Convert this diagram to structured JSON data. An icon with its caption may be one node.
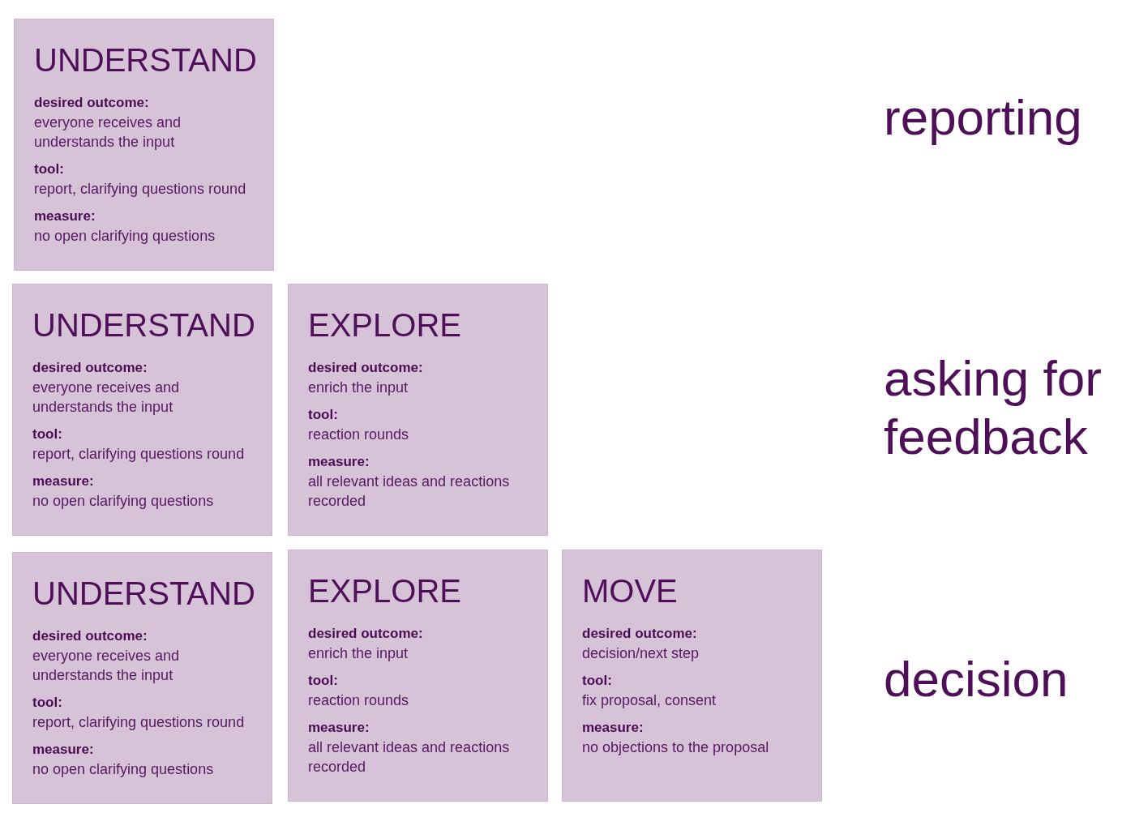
{
  "diagram": {
    "nodes": [
      {
        "text": [
          "UNDERSTAND",
          "desired outcome:",
          "everyone receives and understands the input",
          "tool:",
          "report, clarifying questions round",
          "measure:",
          "no open clarifying questions"
        ]
      },
      {
        "text": [
          "UNDERSTAND",
          "desired outcome:",
          "everyone receives and understands the input",
          "tool:",
          "report, clarifying questions round",
          "measure:",
          "no open clarifying questions"
        ]
      },
      {
        "text": [
          "EXPLORE",
          "desired outcome:",
          "enrich the input",
          "tool:",
          "reaction rounds",
          "measure:",
          "all relevant ideas and reactions recorded"
        ]
      },
      {
        "text": [
          "UNDERSTAND",
          "desired outcome:",
          "everyone receives and understands the input",
          "tool:",
          "report, clarifying questions round",
          "measure:",
          "no open clarifying questions"
        ]
      },
      {
        "text": [
          "EXPLORE",
          "desired outcome:",
          "enrich the input",
          "tool:",
          "reaction rounds",
          "measure:",
          "all relevant ideas and reactions recorded"
        ]
      },
      {
        "text": [
          "MOVE",
          "desired outcome:",
          "decision/next step",
          "tool:",
          "fix proposal, consent",
          "measure:",
          "no objections to the proposal"
        ]
      }
    ],
    "labels": [
      "reporting",
      "asking for feedback",
      "decision"
    ]
  }
}
